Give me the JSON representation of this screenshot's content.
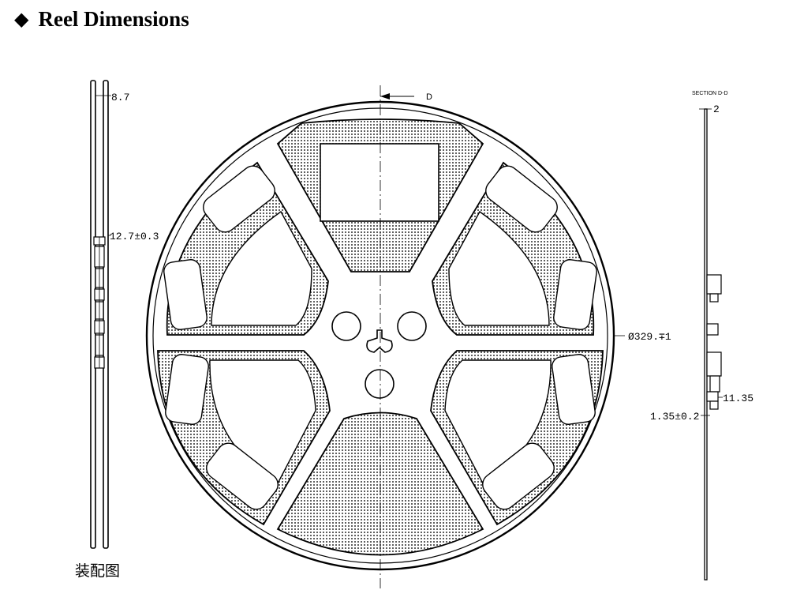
{
  "header": {
    "bullet_icon": "diamond-icon",
    "title": "Reel Dimensions"
  },
  "side_view": {
    "dim_width": "8.7",
    "dim_hub": "12.7±0.3",
    "caption": "装配图"
  },
  "front_view": {
    "section_marker": "D",
    "dim_diameter": "Ø329.∓1"
  },
  "section_view": {
    "title": "SECTION D-D",
    "dim_thickness": "2",
    "dim_hub_width": "11.35",
    "dim_flange": "1.35±0.2"
  }
}
